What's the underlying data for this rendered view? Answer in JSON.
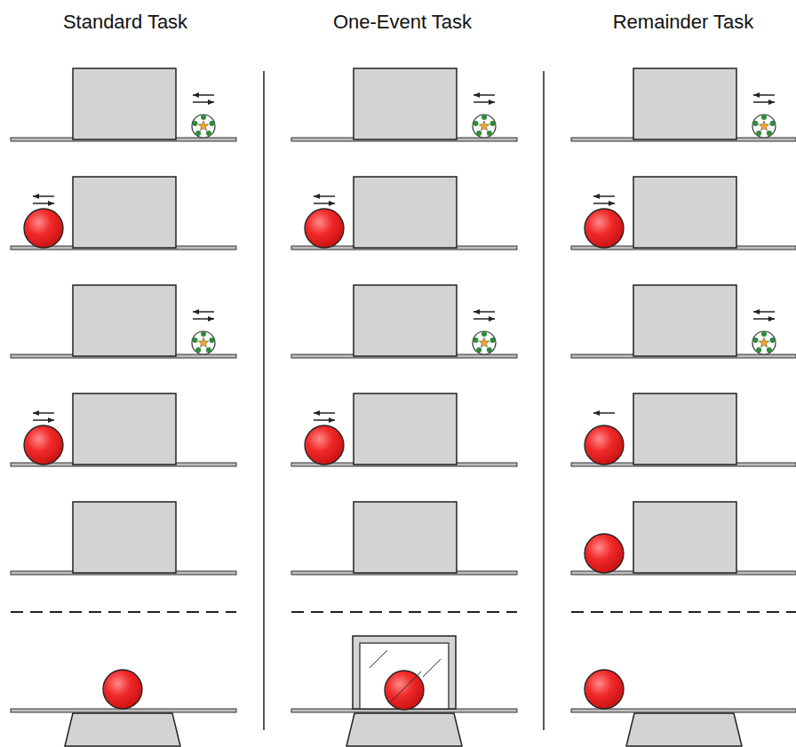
{
  "diagram": {
    "labels": [
      "Standard Task",
      "One-Event Task",
      "Remainder Task"
    ]
  }
}
